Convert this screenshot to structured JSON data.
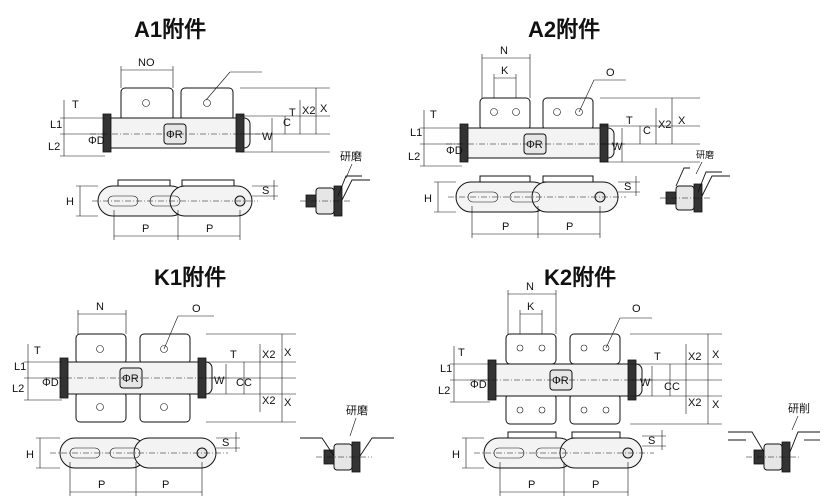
{
  "panels": [
    {
      "id": "a1",
      "title": "A1附件",
      "labels": {
        "no": "NO",
        "t": "T",
        "l1": "L1",
        "l2": "L2",
        "d": "ΦD",
        "r": "ΦR",
        "c": "C",
        "x2": "X2",
        "x": "X",
        "w": "W",
        "h": "H",
        "s": "S",
        "p": "P",
        "grind": "研磨"
      }
    },
    {
      "id": "a2",
      "title": "A2附件",
      "labels": {
        "n": "N",
        "k": "K",
        "o": "O",
        "t": "T",
        "l1": "L1",
        "l2": "L2",
        "d": "ΦD",
        "r": "ΦR",
        "c": "C",
        "x2": "X2",
        "x": "X",
        "w": "W",
        "h": "H",
        "s": "S",
        "p": "P",
        "grind": "研磨"
      }
    },
    {
      "id": "k1",
      "title": "K1附件",
      "labels": {
        "n": "N",
        "o": "O",
        "t": "T",
        "l1": "L1",
        "l2": "L2",
        "d": "ΦD",
        "r": "ΦR",
        "cc": "CC",
        "x2": "X2",
        "x": "X",
        "w": "W",
        "h": "H",
        "s": "S",
        "p": "P",
        "grind": "研磨"
      }
    },
    {
      "id": "k2",
      "title": "K2附件",
      "labels": {
        "n": "N",
        "k": "K",
        "o": "O",
        "t": "T",
        "l1": "L1",
        "l2": "L2",
        "d": "ΦD",
        "r": "ΦR",
        "cc": "CC",
        "x2": "X2",
        "x": "X",
        "w": "W",
        "h": "H",
        "s": "S",
        "p": "P",
        "grind": "研削"
      }
    }
  ]
}
